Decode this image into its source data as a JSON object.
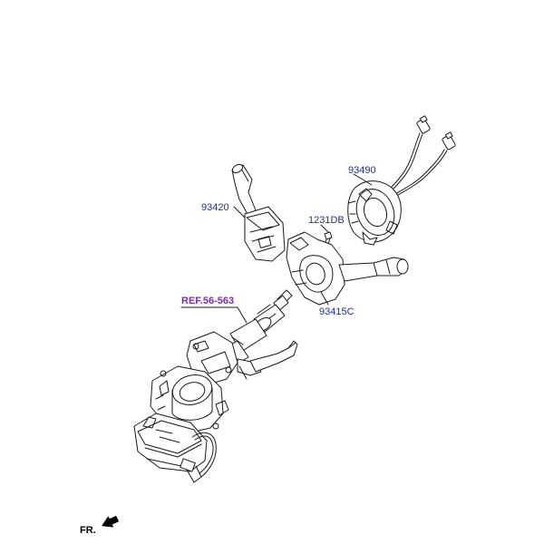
{
  "labels": {
    "p93490": "93490",
    "p93420": "93420",
    "p1231DB": "1231DB",
    "p93415C": "93415C",
    "ref": "REF.56-563",
    "front": "FR."
  },
  "colors": {
    "part_number": "#1f2f9a",
    "reference": "#7a2fa6",
    "line": "#1a1a1a"
  },
  "icons": {
    "front_arrow": "arrow-icon"
  }
}
